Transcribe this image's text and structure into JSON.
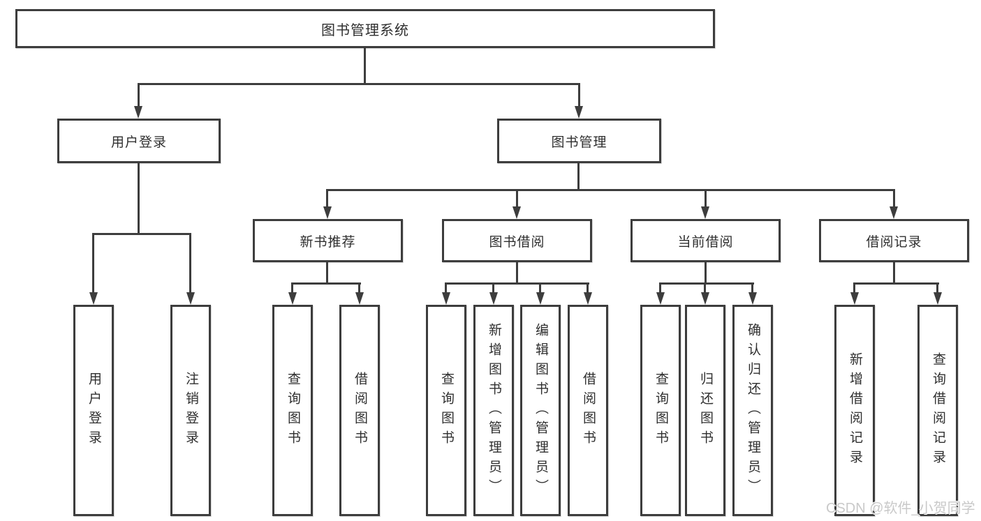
{
  "tree": {
    "root": "图书管理系统",
    "children": [
      {
        "label": "用户登录",
        "children": [
          {
            "label": "用户登录"
          },
          {
            "label": "注销登录"
          }
        ]
      },
      {
        "label": "图书管理",
        "children": [
          {
            "label": "新书推荐",
            "children": [
              {
                "label": "查询图书"
              },
              {
                "label": "借阅图书"
              }
            ]
          },
          {
            "label": "图书借阅",
            "children": [
              {
                "label": "查询图书"
              },
              {
                "label": "新增图书（管理员）"
              },
              {
                "label": "编辑图书（管理员）"
              },
              {
                "label": "借阅图书"
              }
            ]
          },
          {
            "label": "当前借阅",
            "children": [
              {
                "label": "查询图书"
              },
              {
                "label": "归还图书"
              },
              {
                "label": "确认归还（管理员）"
              }
            ]
          },
          {
            "label": "借阅记录",
            "children": [
              {
                "label": "新增借阅记录"
              },
              {
                "label": "查询借阅记录"
              }
            ]
          }
        ]
      }
    ]
  },
  "watermark": "CSDN @软件_小贺同学",
  "colors": {
    "line": "#3d3d3d",
    "text": "#2f2f2f",
    "background": "#ffffff",
    "watermark": "#c9c9c9"
  }
}
